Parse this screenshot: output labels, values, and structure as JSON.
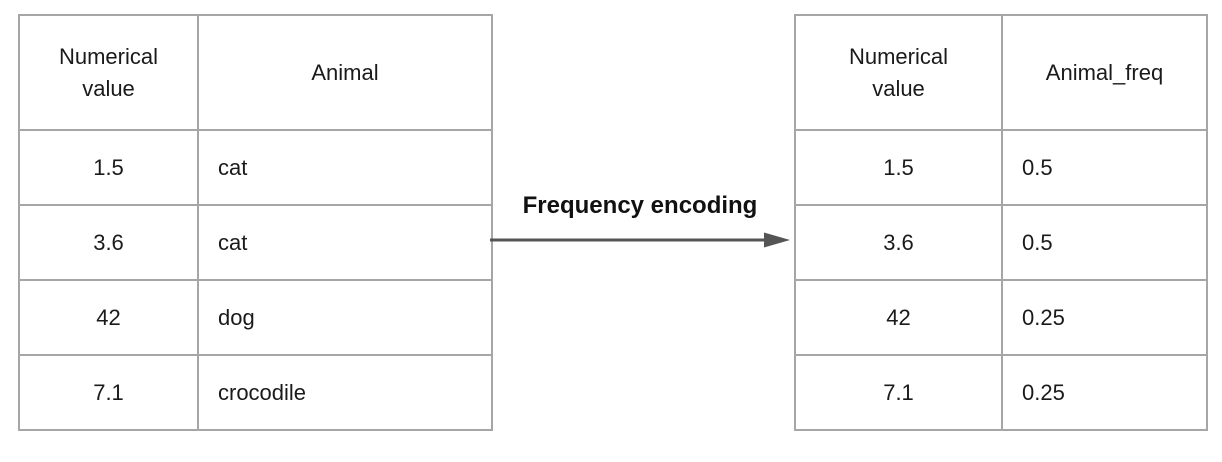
{
  "diagram": {
    "label": "Frequency encoding"
  },
  "colors": {
    "border": "#a6a6a6",
    "arrow": "#555555",
    "text": "#1a1a1a"
  },
  "left_table": {
    "headers": [
      "Numerical value",
      "Animal"
    ],
    "rows": [
      [
        "1.5",
        "cat"
      ],
      [
        "3.6",
        "cat"
      ],
      [
        "42",
        "dog"
      ],
      [
        "7.1",
        "crocodile"
      ]
    ]
  },
  "right_table": {
    "headers": [
      "Numerical value",
      "Animal_freq"
    ],
    "rows": [
      [
        "1.5",
        "0.5"
      ],
      [
        "3.6",
        "0.5"
      ],
      [
        "42",
        "0.25"
      ],
      [
        "7.1",
        "0.25"
      ]
    ]
  }
}
